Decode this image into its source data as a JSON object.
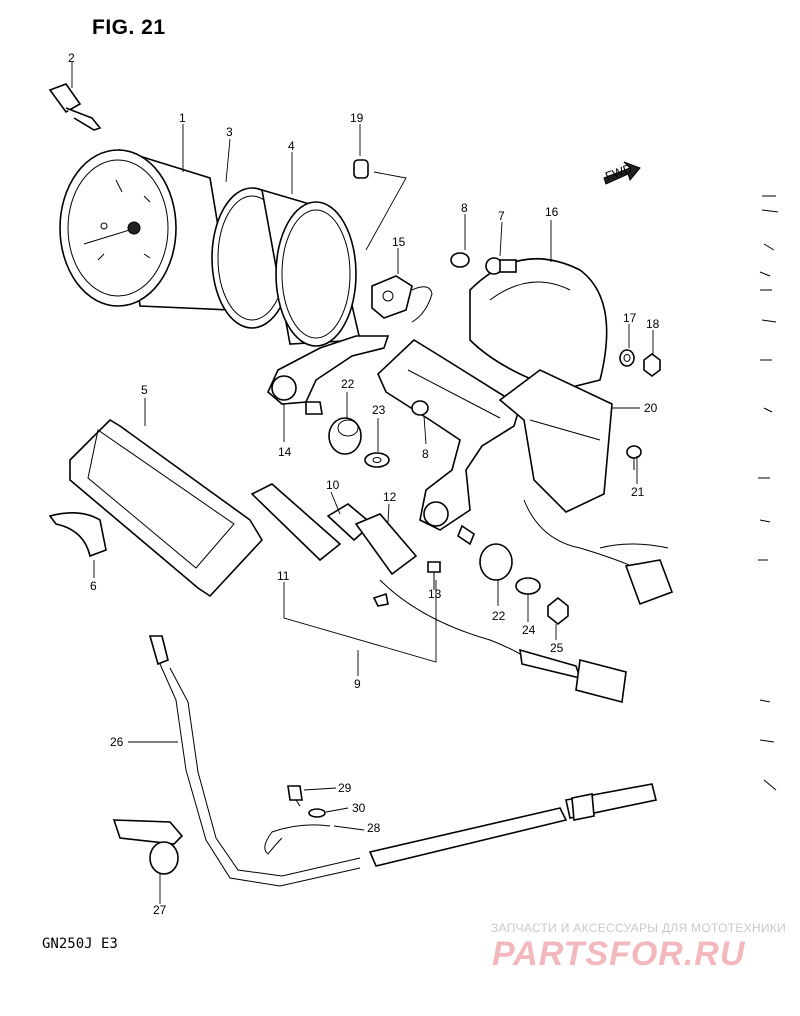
{
  "figure": {
    "title": "FIG. 21",
    "model_code": "GN250J  E3"
  },
  "callouts": [
    "1",
    "2",
    "3",
    "4",
    "5",
    "6",
    "7",
    "8",
    "9",
    "10",
    "11",
    "12",
    "13",
    "14",
    "15",
    "16",
    "17",
    "18",
    "19",
    "20",
    "21",
    "22",
    "23",
    "24",
    "25",
    "26",
    "27",
    "28",
    "29",
    "30"
  ],
  "watermark": {
    "subtitle": "ЗАПЧАСТИ И АКСЕССУАРЫ ДЛЯ МОТОТЕХНИКИ",
    "logo": "PARTSFOR.RU"
  },
  "labels": {
    "fwd_marker": "FWD"
  },
  "colors": {
    "line": "#000000",
    "watermark_logo": "#f2b8bd",
    "watermark_text": "#c9c9c9"
  }
}
